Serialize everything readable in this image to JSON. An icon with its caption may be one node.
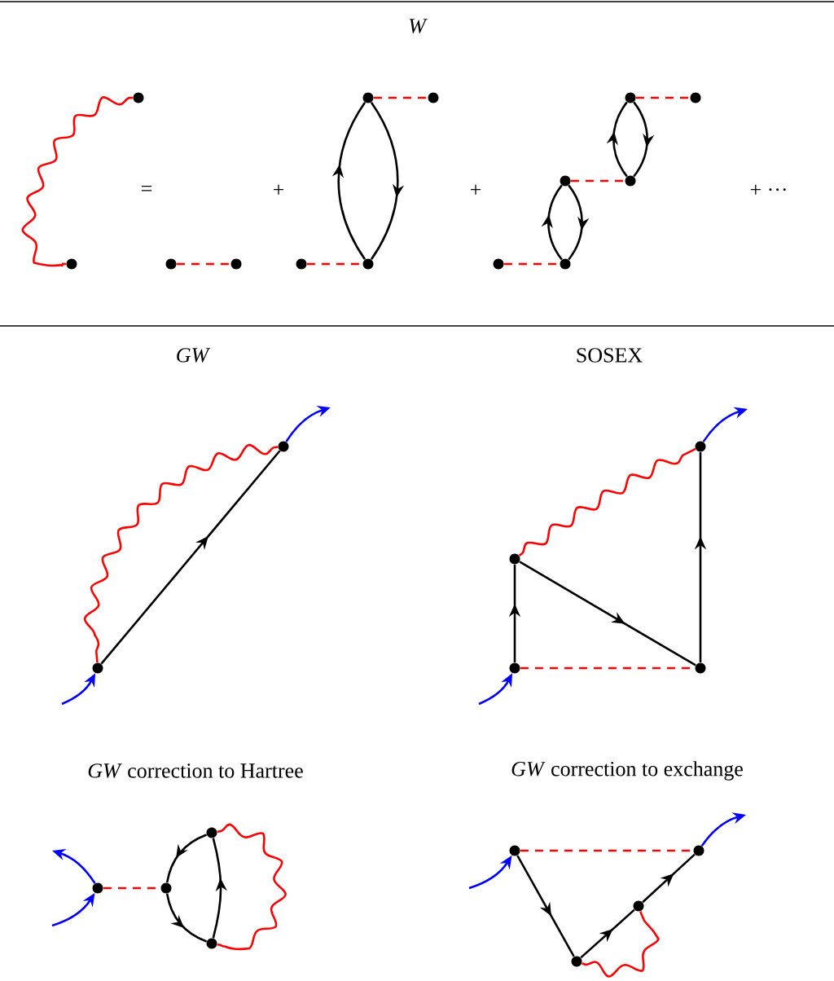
{
  "diagram": {
    "nodes": [
      {
        "text": [],
        "shape": "circle"
      },
      {
        "text": [],
        "shape": "circle"
      },
      {
        "text": [],
        "shape": "circle"
      },
      {
        "text": [],
        "shape": "circle"
      },
      {
        "text": [],
        "shape": "circle"
      },
      {
        "text": [],
        "shape": "circle"
      },
      {
        "text": [],
        "shape": "circle"
      },
      {
        "text": [],
        "shape": "circle"
      },
      {
        "text": [],
        "shape": "circle"
      },
      {
        "text": [],
        "shape": "circle"
      },
      {
        "text": [],
        "shape": "circle"
      },
      {
        "text": [],
        "shape": "circle"
      },
      {
        "text": [],
        "shape": "circle"
      },
      {
        "text": [],
        "shape": "circle"
      },
      {
        "text": [],
        "shape": "circle"
      },
      {
        "text": [],
        "shape": "circle"
      },
      {
        "text": [],
        "shape": "circle"
      },
      {
        "text": [],
        "shape": "circle"
      },
      {
        "text": [],
        "shape": "circle"
      },
      {
        "text": [],
        "shape": "circle"
      },
      {
        "text": [],
        "shape": "circle"
      },
      {
        "text": [],
        "shape": "circle"
      },
      {
        "text": [],
        "shape": "circle"
      },
      {
        "text": [],
        "shape": "circle"
      },
      {
        "text": [],
        "shape": "circle"
      },
      {
        "text": [],
        "shape": "circle"
      },
      {
        "text": [],
        "shape": "circle"
      },
      {
        "text": [],
        "shape": "circle"
      }
    ],
    "edges": [
      {
        "from": 0,
        "to": 1,
        "arrow": "none",
        "color": "#ff0000"
      },
      {
        "from": 2,
        "to": 3,
        "arrow": "none",
        "style": "dashed",
        "color": "#ff0000"
      },
      {
        "from": 4,
        "to": 5,
        "arrow": "none",
        "style": "dashed",
        "color": "#ff0000"
      },
      {
        "from": 6,
        "to": 7,
        "arrow": "none",
        "style": "dashed",
        "color": "#ff0000"
      },
      {
        "from": 5,
        "to": 6,
        "arrow": "to"
      },
      {
        "from": 6,
        "to": 5,
        "arrow": "to"
      },
      {
        "from": 8,
        "to": 9,
        "arrow": "none",
        "style": "dashed",
        "color": "#ff0000"
      },
      {
        "from": 9,
        "to": 10,
        "arrow": "to"
      },
      {
        "from": 10,
        "to": 9,
        "arrow": "to"
      },
      {
        "from": 10,
        "to": 11,
        "arrow": "none",
        "style": "dashed",
        "color": "#ff0000"
      },
      {
        "from": 11,
        "to": 12,
        "arrow": "to"
      },
      {
        "from": 12,
        "to": 11,
        "arrow": "to"
      },
      {
        "from": 12,
        "to": 13,
        "arrow": "none",
        "style": "dashed",
        "color": "#ff0000"
      },
      {
        "from": null,
        "to": 14,
        "arrow": "to",
        "color": "#0000ff"
      },
      {
        "from": 14,
        "to": 15,
        "arrow": "to"
      },
      {
        "from": 15,
        "to": 14,
        "arrow": "none",
        "color": "#ff0000"
      },
      {
        "from": 15,
        "to": null,
        "arrow": "to",
        "color": "#0000ff"
      },
      {
        "from": null,
        "to": 17,
        "arrow": "to",
        "color": "#0000ff"
      },
      {
        "from": 17,
        "to": 16,
        "arrow": "to"
      },
      {
        "from": 16,
        "to": 18,
        "arrow": "to"
      },
      {
        "from": 18,
        "to": 19,
        "arrow": "to"
      },
      {
        "from": 17,
        "to": 18,
        "arrow": "none",
        "style": "dashed",
        "color": "#ff0000"
      },
      {
        "from": 16,
        "to": 19,
        "arrow": "none",
        "color": "#ff0000"
      },
      {
        "from": 19,
        "to": null,
        "arrow": "to",
        "color": "#0000ff"
      },
      {
        "from": 20,
        "to": null,
        "arrow": "to",
        "color": "#0000ff"
      },
      {
        "from": null,
        "to": 20,
        "arrow": "to",
        "color": "#0000ff"
      },
      {
        "from": 20,
        "to": 21,
        "arrow": "none",
        "style": "dashed",
        "color": "#ff0000"
      },
      {
        "from": 22,
        "to": 21,
        "arrow": "to"
      },
      {
        "from": 21,
        "to": 23,
        "arrow": "to"
      },
      {
        "from": 23,
        "to": 22,
        "arrow": "to"
      },
      {
        "from": 22,
        "to": 23,
        "arrow": "none",
        "color": "#ff0000"
      },
      {
        "from": null,
        "to": 24,
        "arrow": "to",
        "color": "#0000ff"
      },
      {
        "from": 24,
        "to": 25,
        "arrow": "none",
        "style": "dashed",
        "color": "#ff0000"
      },
      {
        "from": 24,
        "to": 26,
        "arrow": "to"
      },
      {
        "from": 26,
        "to": 27,
        "arrow": "to"
      },
      {
        "from": 27,
        "to": 25,
        "arrow": "to"
      },
      {
        "from": 26,
        "to": 27,
        "arrow": "none",
        "color": "#ff0000"
      },
      {
        "from": 25,
        "to": null,
        "arrow": "to",
        "color": "#0000ff"
      }
    ],
    "labels": [
      "W",
      "=",
      "+",
      "+",
      "+ ···",
      "GW",
      "SOSEX",
      "*GW* correction to Hartree",
      "*GW* correction to exchange"
    ]
  }
}
